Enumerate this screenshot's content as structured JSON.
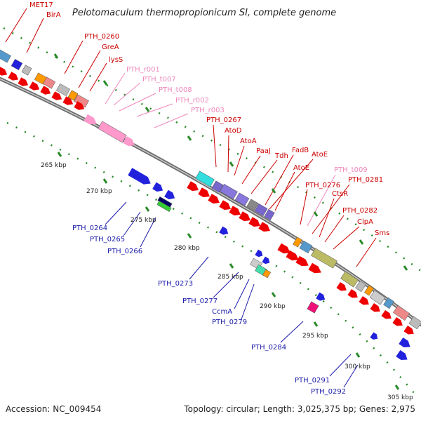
{
  "title": "Pelotomaculum thermopropionicum SI, complete genome",
  "footer": {
    "accession": "Accession: NC_009454",
    "info": "Topology: circular; Length: 3,025,375 bp; Genes: 2,975"
  },
  "colors": {
    "red_label": "#cc0000",
    "pink_label": "#ee88bb",
    "blue_label": "#1a1aaa",
    "backbone": "#7a7a7a",
    "tick_green": "#2a8a2a"
  },
  "top_labels": [
    {
      "text": "MET17",
      "color": "red"
    },
    {
      "text": "BirA",
      "color": "red"
    },
    {
      "text": "PTH_0260",
      "color": "red"
    },
    {
      "text": "GreA",
      "color": "red"
    },
    {
      "text": "lysS",
      "color": "red"
    },
    {
      "text": "PTH_r001",
      "color": "pink"
    },
    {
      "text": "PTH_t007",
      "color": "pink"
    },
    {
      "text": "PTH_t008",
      "color": "pink"
    },
    {
      "text": "PTH_r002",
      "color": "pink"
    },
    {
      "text": "PTH_r003",
      "color": "pink"
    },
    {
      "text": "PTH_0267",
      "color": "red"
    },
    {
      "text": "AtoD",
      "color": "red"
    },
    {
      "text": "AtoA",
      "color": "red"
    },
    {
      "text": "PaaJ",
      "color": "red"
    },
    {
      "text": "Tdh",
      "color": "red"
    },
    {
      "text": "FadB",
      "color": "red"
    },
    {
      "text": "AtoE",
      "color": "red"
    },
    {
      "text": "AtoE",
      "color": "red"
    },
    {
      "text": "PTH_0276",
      "color": "red"
    },
    {
      "text": "PTH_t009",
      "color": "pink"
    },
    {
      "text": "PTH_0281",
      "color": "red"
    },
    {
      "text": "CtsR",
      "color": "red"
    },
    {
      "text": "PTH_0282",
      "color": "red"
    },
    {
      "text": "ClpA",
      "color": "red"
    },
    {
      "text": "Sms",
      "color": "red"
    }
  ],
  "bottom_labels": [
    {
      "text": "PTH_0264"
    },
    {
      "text": "PTH_0265"
    },
    {
      "text": "PTH_0266"
    },
    {
      "text": "PTH_0273"
    },
    {
      "text": "PTH_0277"
    },
    {
      "text": "CcmA"
    },
    {
      "text": "PTH_0279"
    },
    {
      "text": "PTH_0284"
    },
    {
      "text": "PTH_0291"
    },
    {
      "text": "PTH_0292"
    }
  ],
  "ticks": [
    "265 kbp",
    "270 kbp",
    "275 kbp",
    "280 kbp",
    "285 kbp",
    "290 kbp",
    "295 kbp",
    "300 kbp",
    "305 kbp"
  ]
}
